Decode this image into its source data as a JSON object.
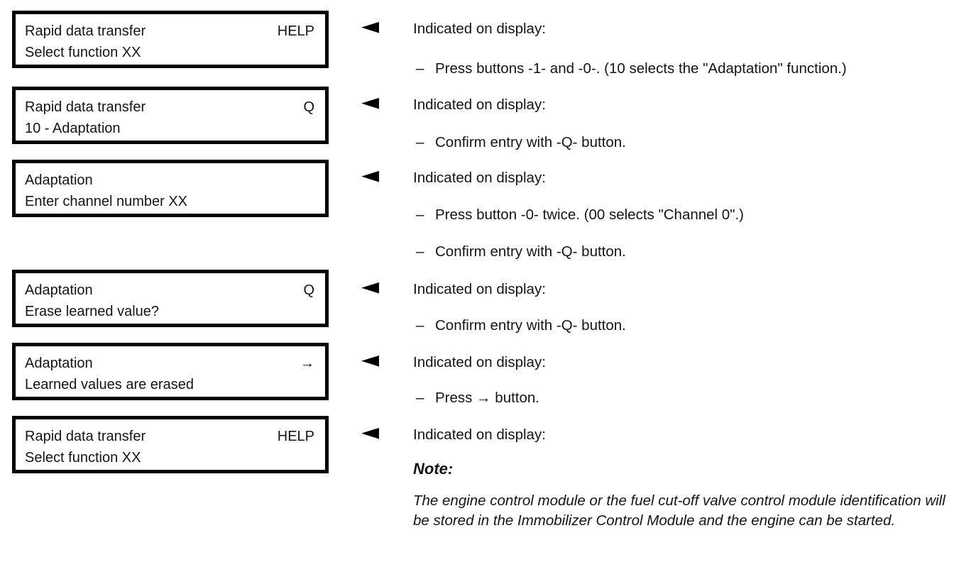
{
  "page": {
    "background": "#ffffff",
    "ink": "#151515"
  },
  "icons": {
    "pointer_arrow": "◀"
  },
  "chars": {
    "bullet_dash": "–"
  },
  "boxes": [
    {
      "line1": "Rapid data transfer",
      "corner": "HELP",
      "line2": "Select function XX"
    },
    {
      "line1": "Rapid data transfer",
      "corner": "Q",
      "line2": "10 - Adaptation"
    },
    {
      "line1": "Adaptation",
      "corner": "",
      "line2": "Enter channel number XX"
    },
    {
      "line1": "Adaptation",
      "corner": "Q",
      "line2": "Erase learned value?"
    },
    {
      "line1": "Adaptation",
      "corner": "→",
      "line2": "Learned values are erased"
    },
    {
      "line1": "Rapid data transfer",
      "corner": "HELP",
      "line2": "Select function XX"
    }
  ],
  "instructions": [
    {
      "label": "Indicated on display:",
      "bullets": [
        "Press buttons -1- and -0-. (10 selects the \"Adaptation\" function.)"
      ]
    },
    {
      "label": "Indicated on display:",
      "bullets": [
        "Confirm entry with -Q- button."
      ]
    },
    {
      "label": "Indicated on display:",
      "bullets": [
        "Press button -0- twice. (00 selects \"Channel 0\".)",
        "Confirm entry with -Q- button."
      ]
    },
    {
      "label": "Indicated on display:",
      "bullets": [
        "Confirm entry with -Q- button."
      ]
    },
    {
      "label": "Indicated on display:",
      "bullets": [
        "Press → button."
      ]
    },
    {
      "label": "Indicated on display:",
      "bullets": []
    }
  ],
  "note": {
    "heading": "Note:",
    "body": "The engine control module or the fuel cut-off valve control module identification will be stored in the Immobilizer Control Module and the engine can be started."
  }
}
